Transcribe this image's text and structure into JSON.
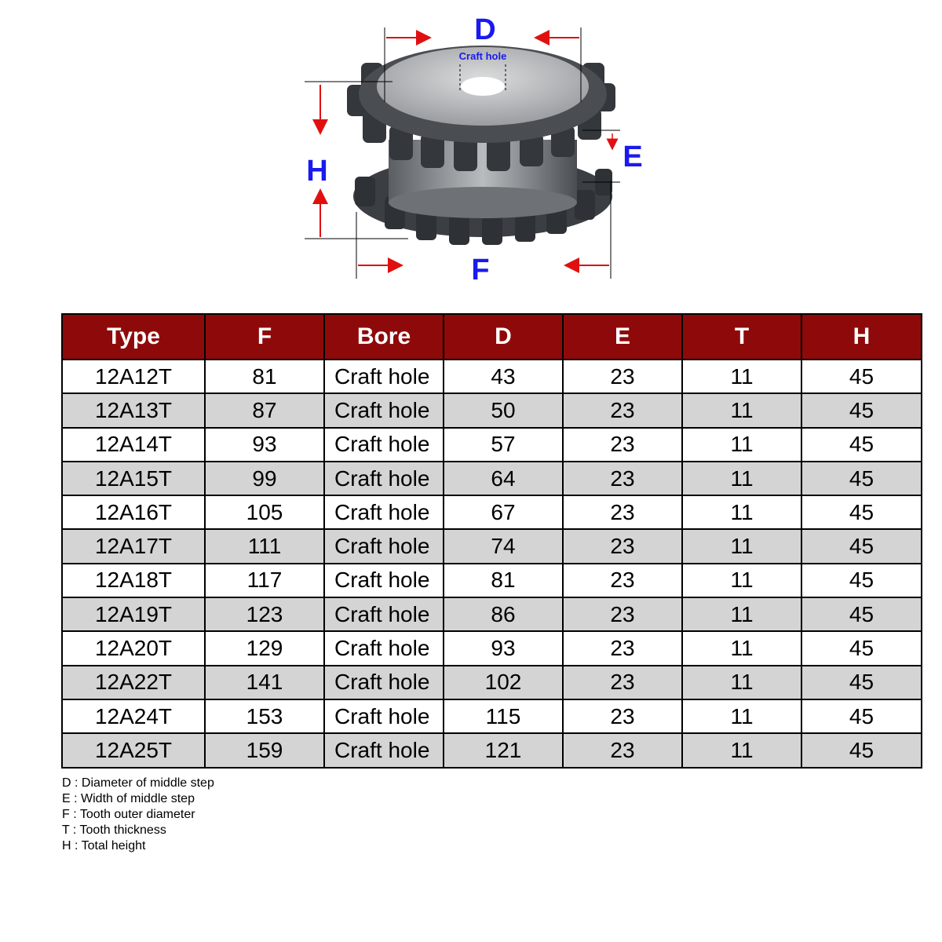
{
  "diagram": {
    "label_d": "D",
    "label_e": "E",
    "label_f": "F",
    "label_h": "H",
    "label_craft_hole": "Craft hole"
  },
  "table": {
    "headers": [
      "Type",
      "F",
      "Bore",
      "D",
      "E",
      "T",
      "H"
    ],
    "rows": [
      [
        "12A12T",
        "81",
        "Craft hole",
        "43",
        "23",
        "11",
        "45"
      ],
      [
        "12A13T",
        "87",
        "Craft hole",
        "50",
        "23",
        "11",
        "45"
      ],
      [
        "12A14T",
        "93",
        "Craft hole",
        "57",
        "23",
        "11",
        "45"
      ],
      [
        "12A15T",
        "99",
        "Craft hole",
        "64",
        "23",
        "11",
        "45"
      ],
      [
        "12A16T",
        "105",
        "Craft hole",
        "67",
        "23",
        "11",
        "45"
      ],
      [
        "12A17T",
        "111",
        "Craft hole",
        "74",
        "23",
        "11",
        "45"
      ],
      [
        "12A18T",
        "117",
        "Craft hole",
        "81",
        "23",
        "11",
        "45"
      ],
      [
        "12A19T",
        "123",
        "Craft hole",
        "86",
        "23",
        "11",
        "45"
      ],
      [
        "12A20T",
        "129",
        "Craft hole",
        "93",
        "23",
        "11",
        "45"
      ],
      [
        "12A22T",
        "141",
        "Craft hole",
        "102",
        "23",
        "11",
        "45"
      ],
      [
        "12A24T",
        "153",
        "Craft hole",
        "115",
        "23",
        "11",
        "45"
      ],
      [
        "12A25T",
        "159",
        "Craft hole",
        "121",
        "23",
        "11",
        "45"
      ]
    ]
  },
  "legend": [
    "D : Diameter of middle step",
    "E : Width of middle step",
    "F : Tooth outer diameter",
    "T : Tooth thickness",
    "H : Total height"
  ],
  "colors": {
    "header_bg": "#8e0a0a",
    "legend_text": "#cc1414",
    "label_blue": "#1a1aee",
    "arrow_red": "#e01010"
  }
}
